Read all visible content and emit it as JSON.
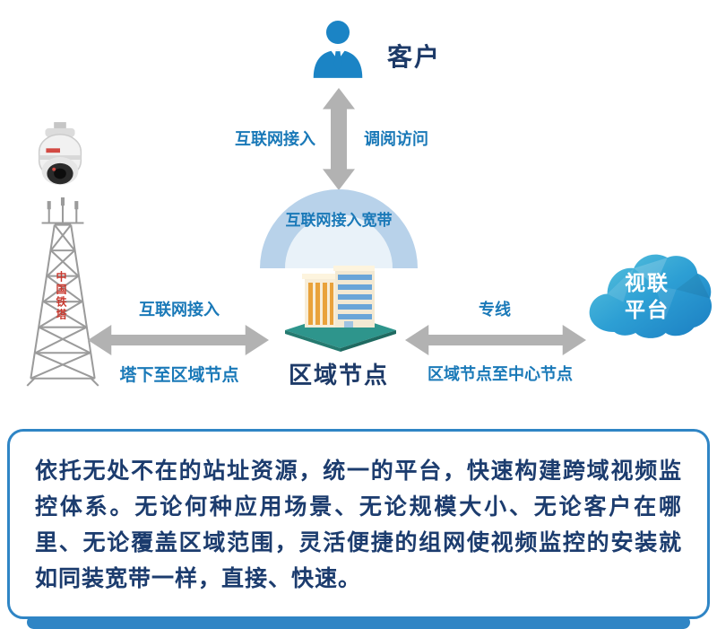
{
  "diagram": {
    "customer": {
      "label": "客户"
    },
    "vertical_arrow": {
      "left_label": "互联网接入",
      "right_label": "调阅访问"
    },
    "arc": {
      "label": "互联网接入宽带"
    },
    "node": {
      "label": "区域节点"
    },
    "left_arrow": {
      "top_label": "互联网接入",
      "bottom_label": "塔下至区域节点"
    },
    "right_arrow": {
      "top_label": "专线",
      "bottom_label": "区域节点至中心节点"
    },
    "cloud": {
      "line1": "视联",
      "line2": "平台"
    },
    "tower": {
      "brand": "中国铁塔"
    }
  },
  "description_box": {
    "text": "依托无处不在的站址资源，统一的平台，快速构建跨域视频监控体系。无论何种应用场景、无论规模大小、无论客户在哪里、无论覆盖区域范围，灵活便捷的组网使视频监控的安装就如同装宽带一样，直接、快速。"
  },
  "colors": {
    "label_blue": "#1a79b8",
    "heading_navy": "#1d3a68",
    "arrow_gray": "#b2b2b2",
    "arc_blue": "#b8d2ea",
    "cloud_blue": "#2d9fd4",
    "box_border_blue": "#2f85c5",
    "platform_teal": "#2e958c",
    "tower_brand_red": "#c8382e"
  }
}
